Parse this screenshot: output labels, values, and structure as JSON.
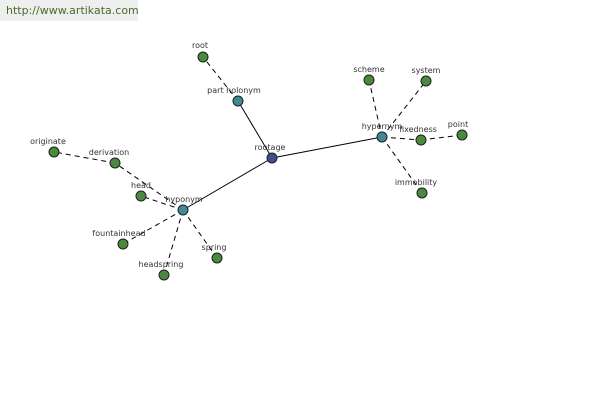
{
  "watermark": "http://www.artikata.com",
  "colors": {
    "center": "#3f4f8f",
    "relation": "#3f8a96",
    "leaf": "#4a8a3e",
    "watermark_text": "#4b6b2a"
  },
  "nodes": [
    {
      "id": "rootage",
      "label": "rootage",
      "kind": "center"
    },
    {
      "id": "part-holonym",
      "label": "part holonym",
      "kind": "relation"
    },
    {
      "id": "hypernym",
      "label": "hypernym",
      "kind": "relation"
    },
    {
      "id": "hyponym",
      "label": "hyponym",
      "kind": "relation"
    },
    {
      "id": "root",
      "label": "root",
      "kind": "leaf"
    },
    {
      "id": "scheme",
      "label": "scheme",
      "kind": "leaf"
    },
    {
      "id": "system",
      "label": "system",
      "kind": "leaf"
    },
    {
      "id": "fixedness",
      "label": "fixedness",
      "kind": "leaf"
    },
    {
      "id": "point",
      "label": "point",
      "kind": "leaf"
    },
    {
      "id": "immobility",
      "label": "immobility",
      "kind": "leaf"
    },
    {
      "id": "originate",
      "label": "originate",
      "kind": "leaf"
    },
    {
      "id": "derivation",
      "label": "derivation",
      "kind": "leaf"
    },
    {
      "id": "head",
      "label": "head",
      "kind": "leaf"
    },
    {
      "id": "fountainhead",
      "label": "fountainhead",
      "kind": "leaf"
    },
    {
      "id": "headspring",
      "label": "headspring",
      "kind": "leaf"
    },
    {
      "id": "spring",
      "label": "spring",
      "kind": "leaf"
    }
  ],
  "edges": [
    {
      "from": "rootage",
      "to": "part-holonym",
      "style": "solid"
    },
    {
      "from": "rootage",
      "to": "hypernym",
      "style": "solid"
    },
    {
      "from": "rootage",
      "to": "hyponym",
      "style": "solid"
    },
    {
      "from": "part-holonym",
      "to": "root",
      "style": "dashed"
    },
    {
      "from": "hypernym",
      "to": "scheme",
      "style": "dashed"
    },
    {
      "from": "hypernym",
      "to": "system",
      "style": "dashed"
    },
    {
      "from": "hypernym",
      "to": "fixedness",
      "style": "dashed"
    },
    {
      "from": "fixedness",
      "to": "point",
      "style": "dashed"
    },
    {
      "from": "hypernym",
      "to": "immobility",
      "style": "dashed"
    },
    {
      "from": "hyponym",
      "to": "derivation",
      "style": "dashed"
    },
    {
      "from": "derivation",
      "to": "originate",
      "style": "dashed"
    },
    {
      "from": "hyponym",
      "to": "head",
      "style": "dashed"
    },
    {
      "from": "hyponym",
      "to": "fountainhead",
      "style": "dashed"
    },
    {
      "from": "hyponym",
      "to": "headspring",
      "style": "dashed"
    },
    {
      "from": "hyponym",
      "to": "spring",
      "style": "dashed"
    }
  ]
}
